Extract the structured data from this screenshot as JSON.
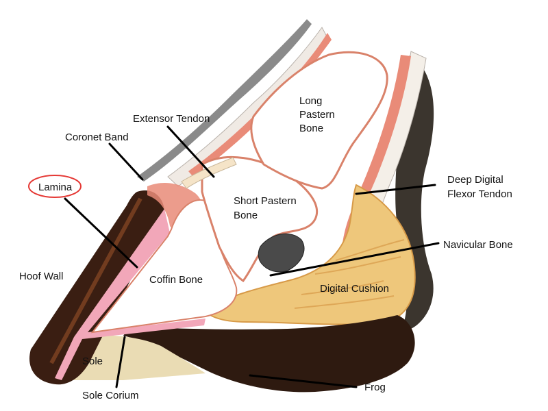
{
  "labels": {
    "lamina": "Lamina",
    "coronet_band": "Coronet Band",
    "extensor_tendon": "Extensor Tendon",
    "long_pastern_1": "Long",
    "long_pastern_2": "Pastern",
    "long_pastern_3": "Bone",
    "short_pastern_1": "Short Pastern",
    "short_pastern_2": "Bone",
    "deep_digital_1": "Deep Digital",
    "deep_digital_2": "Flexor Tendon",
    "navicular_bone": "Navicular Bone",
    "hoof_wall": "Hoof Wall",
    "coffin_bone": "Coffin Bone",
    "digital_cushion": "Digital Cushion",
    "sole": "Sole",
    "sole_corium": "Sole Corium",
    "frog": "Frog"
  },
  "colors": {
    "hoof_wall": "#3a1e12",
    "hoof_wall_light": "#8a4a25",
    "lamina_pink": "#f2a7b9",
    "sole": "#eadcb4",
    "frog": "#2e1a10",
    "cushion": "#eec77b",
    "cushion_dark": "#d79a48",
    "tendon_pink": "#e98b78",
    "bone_outline": "#d9826a",
    "skin": "#d8d8d8",
    "hair": "#3b352e",
    "highlight_circle": "#e53935"
  }
}
